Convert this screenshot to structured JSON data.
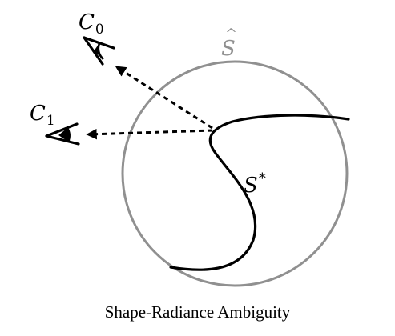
{
  "labels": {
    "camera0": "C",
    "camera0_sub": "0",
    "camera1": "C",
    "camera1_sub": "1",
    "sphere": "S",
    "sphere_accent": "^",
    "surface": "S",
    "surface_sup": "*"
  },
  "caption": "Shape-Radiance Ambiguity",
  "colors": {
    "sphere_stroke": "#909090",
    "ink": "#000000"
  },
  "icons": {
    "camera0": "eye-icon",
    "camera1": "eye-icon"
  }
}
